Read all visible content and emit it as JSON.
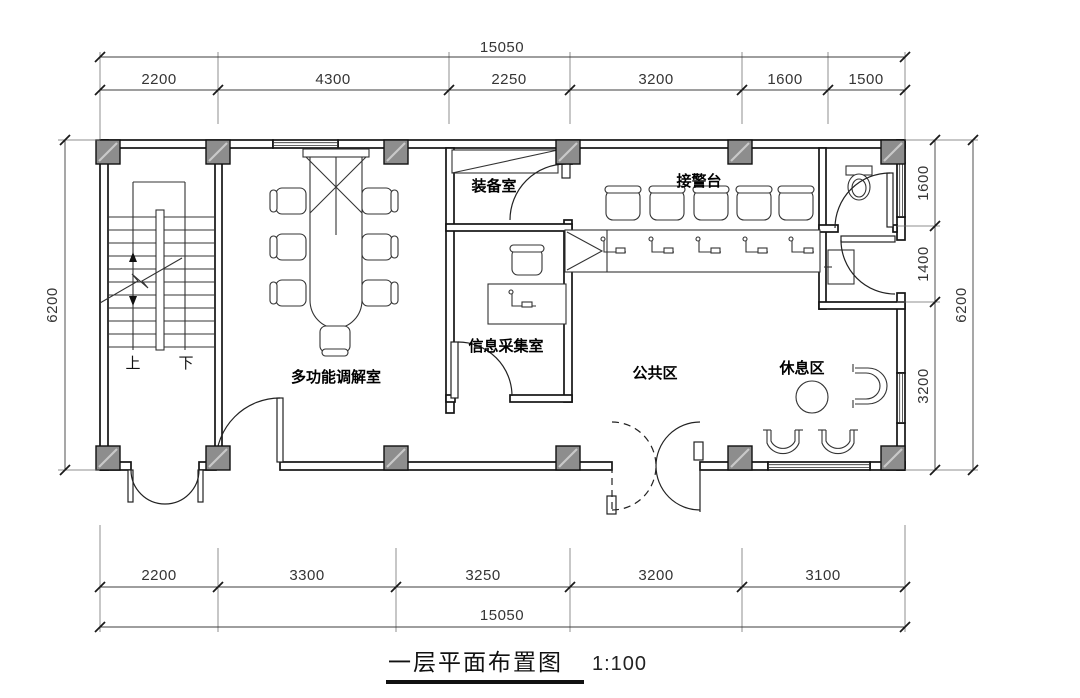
{
  "title": {
    "text": "一层平面布置图",
    "scale": "1:100"
  },
  "rooms": {
    "mediation": "多功能调解室",
    "equipment": "装备室",
    "info": "信息采集室",
    "public": "公共区",
    "reception": "接警台",
    "rest": "休息区"
  },
  "stairs": {
    "up": "上",
    "down": "下"
  },
  "dimensions": {
    "top_total": "15050",
    "top_segments": [
      "2200",
      "4300",
      "2250",
      "3200",
      "1600",
      "1500"
    ],
    "bottom_segments": [
      "2200",
      "3300",
      "3250",
      "3200",
      "3100"
    ],
    "bottom_total": "15050",
    "left_total": "6200",
    "right_segments": [
      "1600",
      "1400",
      "3200"
    ],
    "right_total": "6200"
  },
  "colors": {
    "line": "#141414",
    "column_fill": "#8d8d8d",
    "dim_text": "#353535"
  }
}
